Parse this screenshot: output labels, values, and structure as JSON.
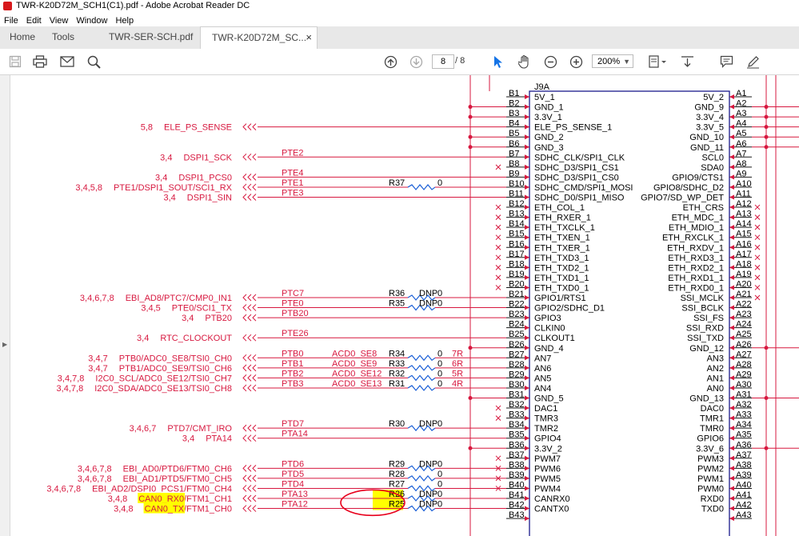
{
  "window": {
    "title": "TWR-K20D72M_SCH1(C1).pdf - Adobe Acrobat Reader DC"
  },
  "menu": [
    "File",
    "Edit",
    "View",
    "Window",
    "Help"
  ],
  "tabs": {
    "home": "Home",
    "tools": "Tools",
    "doc1": "TWR-SER-SCH.pdf",
    "doc2": "TWR-K20D72M_SC...",
    "close": "×"
  },
  "toolbar": {
    "page_current": "8",
    "page_total": "/ 8",
    "zoom": "200%"
  },
  "icons": [
    "save-icon",
    "print-icon",
    "email-icon",
    "search-icon",
    "page-up-icon",
    "page-down-icon",
    "select-arrow-icon",
    "hand-icon",
    "zoom-out-icon",
    "zoom-in-icon",
    "page-layout-icon",
    "scroll-mode-icon",
    "comment-icon",
    "sign-icon"
  ],
  "colors": {
    "wire": "#d7183f",
    "pin": "#1a1a1a",
    "sep": "#1a1a8c",
    "resistor": "#1b5fd6",
    "highlight": "#ffff00",
    "circle": "#e8001c"
  },
  "schematic": {
    "connector": "J9A",
    "side_b": [
      {
        "pin": "B1",
        "name": "5V_1"
      },
      {
        "pin": "B2",
        "name": "GND_1"
      },
      {
        "pin": "B3",
        "name": "3.3V_1"
      },
      {
        "pin": "B4",
        "name": "ELE_PS_SENSE_1"
      },
      {
        "pin": "B5",
        "name": "GND_2"
      },
      {
        "pin": "B6",
        "name": "GND_3"
      },
      {
        "pin": "B7",
        "name": "SDHC_CLK/SPI1_CLK"
      },
      {
        "pin": "B8",
        "name": "SDHC_D3/SPI1_CS1"
      },
      {
        "pin": "B9",
        "name": "SDHC_D3/SPI1_CS0"
      },
      {
        "pin": "B10",
        "name": "SDHC_CMD/SPI1_MOSI"
      },
      {
        "pin": "B11",
        "name": "SDHC_D0/SPI1_MISO"
      },
      {
        "pin": "B12",
        "name": "ETH_COL_1"
      },
      {
        "pin": "B13",
        "name": "ETH_RXER_1"
      },
      {
        "pin": "B14",
        "name": "ETH_TXCLK_1"
      },
      {
        "pin": "B15",
        "name": "ETH_TXEN_1"
      },
      {
        "pin": "B16",
        "name": "ETH_TXER_1"
      },
      {
        "pin": "B17",
        "name": "ETH_TXD3_1"
      },
      {
        "pin": "B18",
        "name": "ETH_TXD2_1"
      },
      {
        "pin": "B19",
        "name": "ETH_TXD1_1"
      },
      {
        "pin": "B20",
        "name": "ETH_TXD0_1"
      },
      {
        "pin": "B21",
        "name": "GPIO1/RTS1"
      },
      {
        "pin": "B22",
        "name": "GPIO2/SDHC_D1"
      },
      {
        "pin": "B23",
        "name": "GPIO3"
      },
      {
        "pin": "B24",
        "name": "CLKIN0"
      },
      {
        "pin": "B25",
        "name": "CLKOUT1"
      },
      {
        "pin": "B26",
        "name": "GND_4"
      },
      {
        "pin": "B27",
        "name": "AN7"
      },
      {
        "pin": "B28",
        "name": "AN6"
      },
      {
        "pin": "B29",
        "name": "AN5"
      },
      {
        "pin": "B30",
        "name": "AN4"
      },
      {
        "pin": "B31",
        "name": "GND_5"
      },
      {
        "pin": "B32",
        "name": "DAC1"
      },
      {
        "pin": "B33",
        "name": "TMR3"
      },
      {
        "pin": "B34",
        "name": "TMR2"
      },
      {
        "pin": "B35",
        "name": "GPIO4"
      },
      {
        "pin": "B36",
        "name": "3.3V_2"
      },
      {
        "pin": "B37",
        "name": "PWM7"
      },
      {
        "pin": "B38",
        "name": "PWM6"
      },
      {
        "pin": "B39",
        "name": "PWM5"
      },
      {
        "pin": "B40",
        "name": "PWM4"
      },
      {
        "pin": "B41",
        "name": "CANRX0"
      },
      {
        "pin": "B42",
        "name": "CANTX0"
      },
      {
        "pin": "B43",
        "name": ""
      }
    ],
    "side_a": [
      {
        "pin": "A1",
        "name": "5V_2"
      },
      {
        "pin": "A2",
        "name": "GND_9"
      },
      {
        "pin": "A3",
        "name": "3.3V_4"
      },
      {
        "pin": "A4",
        "name": "3.3V_5"
      },
      {
        "pin": "A5",
        "name": "GND_10"
      },
      {
        "pin": "A6",
        "name": "GND_11"
      },
      {
        "pin": "A7",
        "name": "SCL0"
      },
      {
        "pin": "A8",
        "name": "SDA0"
      },
      {
        "pin": "A9",
        "name": "GPIO9/CTS1"
      },
      {
        "pin": "A10",
        "name": "GPIO8/SDHC_D2"
      },
      {
        "pin": "A11",
        "name": "GPIO7/SD_WP_DET"
      },
      {
        "pin": "A12",
        "name": "ETH_CRS"
      },
      {
        "pin": "A13",
        "name": "ETH_MDC_1"
      },
      {
        "pin": "A14",
        "name": "ETH_MDIO_1"
      },
      {
        "pin": "A15",
        "name": "ETH_RXCLK_1"
      },
      {
        "pin": "A16",
        "name": "ETH_RXDV_1"
      },
      {
        "pin": "A17",
        "name": "ETH_RXD3_1"
      },
      {
        "pin": "A18",
        "name": "ETH_RXD2_1"
      },
      {
        "pin": "A19",
        "name": "ETH_RXD1_1"
      },
      {
        "pin": "A20",
        "name": "ETH_RXD0_1"
      },
      {
        "pin": "A21",
        "name": "SSI_MCLK"
      },
      {
        "pin": "A22",
        "name": "SSI_BCLK"
      },
      {
        "pin": "A23",
        "name": "SSI_FS"
      },
      {
        "pin": "A24",
        "name": "SSI_RXD"
      },
      {
        "pin": "A25",
        "name": "SSI_TXD"
      },
      {
        "pin": "A26",
        "name": "GND_12"
      },
      {
        "pin": "A27",
        "name": "AN3"
      },
      {
        "pin": "A28",
        "name": "AN2"
      },
      {
        "pin": "A29",
        "name": "AN1"
      },
      {
        "pin": "A30",
        "name": "AN0"
      },
      {
        "pin": "A31",
        "name": "GND_13"
      },
      {
        "pin": "A32",
        "name": "DAC0"
      },
      {
        "pin": "A33",
        "name": "TMR1"
      },
      {
        "pin": "A34",
        "name": "TMR0"
      },
      {
        "pin": "A35",
        "name": "GPIO6"
      },
      {
        "pin": "A36",
        "name": "3.3V_6"
      },
      {
        "pin": "A37",
        "name": "PWM3"
      },
      {
        "pin": "A38",
        "name": "PWM2"
      },
      {
        "pin": "A39",
        "name": "PWM1"
      },
      {
        "pin": "A40",
        "name": "PWM0"
      },
      {
        "pin": "A41",
        "name": "RXD0"
      },
      {
        "pin": "A42",
        "name": "TXD0"
      },
      {
        "pin": "A43",
        "name": ""
      }
    ],
    "nets": [
      {
        "row": 4,
        "sheets": "5,8",
        "label": "ELE_PS_SENSE",
        "net": "",
        "res": "",
        "val": "",
        "ch": "",
        "hl": ""
      },
      {
        "row": 7,
        "sheets": "3,4",
        "label": "DSPI1_SCK",
        "net": "PTE2",
        "res": "",
        "val": "",
        "ch": "",
        "hl": ""
      },
      {
        "row": 9,
        "sheets": "3,4",
        "label": "DSPI1_PCS0",
        "net": "PTE4",
        "res": "",
        "val": "",
        "ch": "",
        "hl": ""
      },
      {
        "row": 10,
        "sheets": "3,4,5,8",
        "label": "PTE1/DSPI1_SOUT/SCI1_RX",
        "net": "PTE1",
        "res": "R37",
        "val": "0",
        "ch": "",
        "hl": ""
      },
      {
        "row": 11,
        "sheets": "3,4",
        "label": "DSPI1_SIN",
        "net": "PTE3",
        "res": "",
        "val": "",
        "ch": "",
        "hl": ""
      },
      {
        "row": 21,
        "sheets": "3,4,6,7,8",
        "label": "EBI_AD8/PTC7/CMP0_IN1",
        "net": "PTC7",
        "res": "R36",
        "val": "0",
        "dnp": "DNP",
        "ch": "",
        "hl": ""
      },
      {
        "row": 22,
        "sheets": "3,4,5",
        "label": "PTE0/SCI1_TX",
        "net": "PTE0",
        "res": "R35",
        "val": "0",
        "dnp": "DNP",
        "ch": "",
        "hl": ""
      },
      {
        "row": 23,
        "sheets": "3,4",
        "label": "PTB20",
        "net": "PTB20",
        "res": "",
        "val": "",
        "ch": "",
        "hl": ""
      },
      {
        "row": 25,
        "sheets": "3,4",
        "label": "RTC_CLOCKOUT",
        "net": "PTE26",
        "res": "",
        "val": "",
        "ch": "",
        "hl": ""
      },
      {
        "row": 27,
        "sheets": "3,4,7",
        "label": "PTB0/ADC0_SE8/TSI0_CH0",
        "net": "PTB0",
        "acd": "ACD0_SE8",
        "res": "R34",
        "val": "0",
        "ch": "7R",
        "hl": ""
      },
      {
        "row": 28,
        "sheets": "3,4,7",
        "label": "PTB1/ADC0_SE9/TSI0_CH6",
        "net": "PTB1",
        "acd": "ACD0_SE9",
        "res": "R33",
        "val": "0",
        "ch": "6R",
        "hl": ""
      },
      {
        "row": 29,
        "sheets": "3,4,7,8",
        "label": "I2C0_SCL/ADC0_SE12/TSI0_CH7",
        "net": "PTB2",
        "acd": "ACD0_SE12",
        "res": "R32",
        "val": "0",
        "ch": "5R",
        "hl": ""
      },
      {
        "row": 30,
        "sheets": "3,4,7,8",
        "label": "I2C0_SDA/ADC0_SE13/TSI0_CH8",
        "net": "PTB3",
        "acd": "ACD0_SE13",
        "res": "R31",
        "val": "0",
        "ch": "4R",
        "hl": ""
      },
      {
        "row": 34,
        "sheets": "3,4,6,7",
        "label": "PTD7/CMT_IRO",
        "net": "PTD7",
        "res": "R30",
        "val": "0",
        "dnp": "DNP",
        "ch": "",
        "hl": ""
      },
      {
        "row": 35,
        "sheets": "3,4",
        "label": "PTA14",
        "net": "PTA14",
        "res": "",
        "val": "",
        "ch": "",
        "hl": ""
      },
      {
        "row": 38,
        "sheets": "3,4,6,7,8",
        "label": "EBI_AD0/PTD6/FTM0_CH6",
        "net": "PTD6",
        "res": "R29",
        "val": "0",
        "dnp": "DNP",
        "ch": "",
        "hl": ""
      },
      {
        "row": 39,
        "sheets": "3,4,6,7,8",
        "label": "EBI_AD1/PTD5/FTM0_CH5",
        "net": "PTD5",
        "res": "R28",
        "val": "0",
        "ch": "",
        "hl": ""
      },
      {
        "row": 40,
        "sheets": "3,4,6,7,8",
        "label": "EBI_AD2/DSPI0_PCS1/FTM0_CH4",
        "net": "PTD4",
        "res": "R27",
        "val": "0",
        "ch": "",
        "hl": ""
      },
      {
        "row": 41,
        "sheets": "3,4,8",
        "label": "/FTM1_CH1",
        "net": "PTA13",
        "res": "R26",
        "val": "0",
        "dnp": "DNP",
        "ch": "",
        "hl": "CAN0_RX0"
      },
      {
        "row": 42,
        "sheets": "3,4,8",
        "label": "/FTM1_CH0",
        "net": "PTA12",
        "res": "R25",
        "val": "0",
        "dnp": "DNP",
        "ch": "",
        "hl": "CAN0_TX"
      }
    ],
    "b_nc": [
      8,
      12,
      13,
      14,
      15,
      16,
      17,
      18,
      19,
      20,
      32,
      33,
      37,
      38,
      39,
      40
    ],
    "a_nc": [
      12,
      13,
      14,
      15,
      16,
      17,
      18,
      19,
      20,
      21
    ],
    "b_dot": [
      2,
      3,
      5,
      6,
      26,
      31,
      36
    ],
    "a_dot": [
      2,
      3,
      4,
      5,
      6,
      26,
      31,
      36
    ]
  }
}
